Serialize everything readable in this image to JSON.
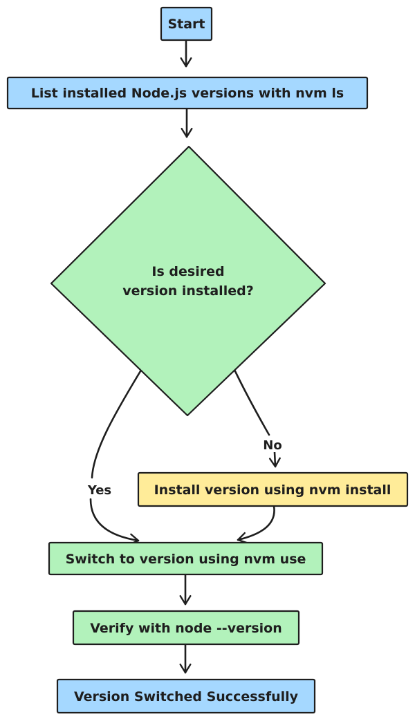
{
  "diagram": {
    "type": "flowchart",
    "colors": {
      "stroke": "#1e1e1e",
      "blue_fill": "#a5d8ff",
      "green_fill": "#b2f2bb",
      "yellow_fill": "#ffec99",
      "background": "#ffffff"
    },
    "nodes": {
      "start": {
        "label": "Start",
        "shape": "rectangle",
        "fill": "#a5d8ff"
      },
      "list_versions": {
        "label": "List installed Node.js versions with nvm ls",
        "shape": "rectangle",
        "fill": "#a5d8ff"
      },
      "decision": {
        "label": "Is desired version installed?",
        "lines": [
          "Is desired",
          "version installed?"
        ],
        "shape": "diamond",
        "fill": "#b2f2bb"
      },
      "install": {
        "label": "Install version using nvm install",
        "shape": "rectangle",
        "fill": "#ffec99"
      },
      "switch": {
        "label": "Switch to version using nvm use",
        "shape": "rectangle",
        "fill": "#b2f2bb"
      },
      "verify": {
        "label": "Verify with node --version",
        "shape": "rectangle",
        "fill": "#b2f2bb"
      },
      "success": {
        "label": "Version Switched Successfully",
        "shape": "rectangle",
        "fill": "#a5d8ff"
      }
    },
    "edges": {
      "start_to_list": {
        "from": "start",
        "to": "list_versions",
        "label": ""
      },
      "list_to_decision": {
        "from": "list_versions",
        "to": "decision",
        "label": ""
      },
      "decision_yes": {
        "from": "decision",
        "to": "switch",
        "label": "Yes"
      },
      "decision_no": {
        "from": "decision",
        "to": "install",
        "label": "No"
      },
      "install_to_switch": {
        "from": "install",
        "to": "switch",
        "label": ""
      },
      "switch_to_verify": {
        "from": "switch",
        "to": "verify",
        "label": ""
      },
      "verify_to_success": {
        "from": "verify",
        "to": "success",
        "label": ""
      }
    }
  }
}
